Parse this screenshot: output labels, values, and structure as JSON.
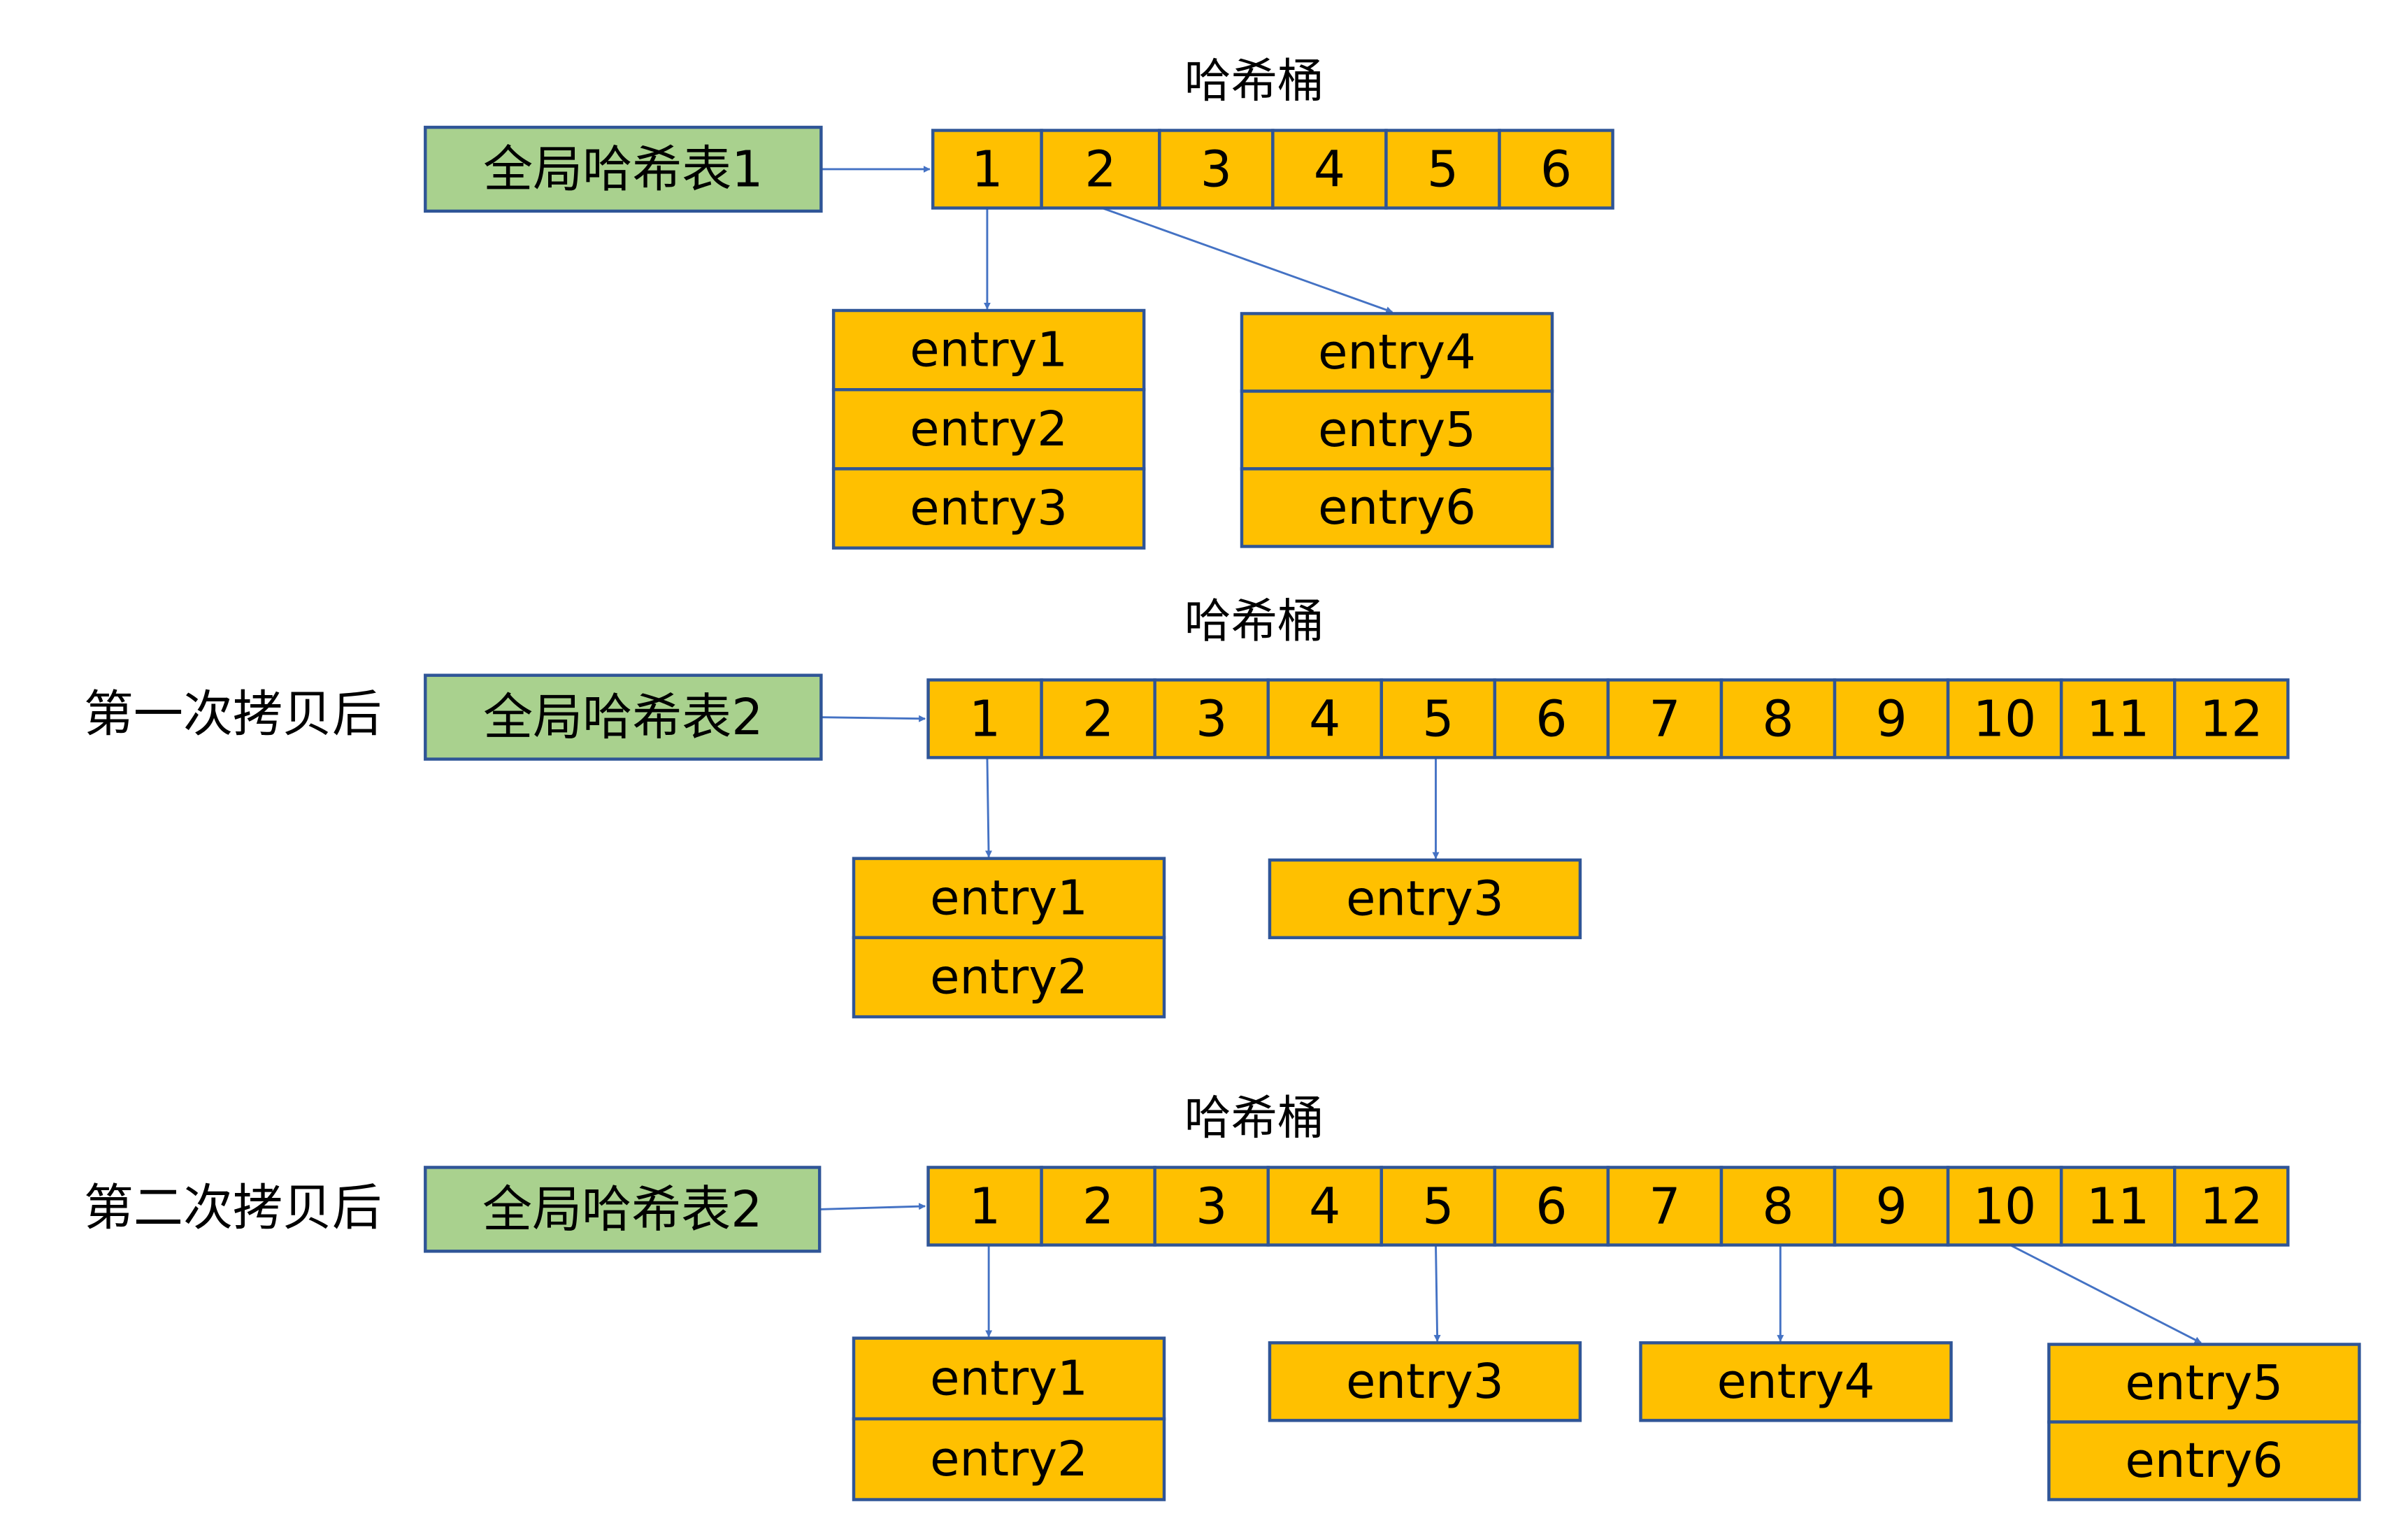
{
  "colors": {
    "table_fill": "#A9D18E",
    "cell_fill": "#FFC000",
    "border": "#2F5597",
    "arrow": "#4472C4"
  },
  "sections": [
    {
      "bucket_title": "哈希桶",
      "row_label": "",
      "table_label": "全局哈希表1",
      "buckets": [
        "1",
        "2",
        "3",
        "4",
        "5",
        "6"
      ],
      "entry_groups": [
        {
          "from_bucket": "1",
          "entries": [
            "entry1",
            "entry2",
            "entry3"
          ]
        },
        {
          "from_bucket": "2",
          "entries": [
            "entry4",
            "entry5",
            "entry6"
          ]
        }
      ]
    },
    {
      "bucket_title": "哈希桶",
      "row_label": "第一次拷贝后",
      "table_label": "全局哈希表2",
      "buckets": [
        "1",
        "2",
        "3",
        "4",
        "5",
        "6",
        "7",
        "8",
        "9",
        "10",
        "11",
        "12"
      ],
      "entry_groups": [
        {
          "from_bucket": "1",
          "entries": [
            "entry1",
            "entry2"
          ]
        },
        {
          "from_bucket": "5",
          "entries": [
            "entry3"
          ]
        }
      ]
    },
    {
      "bucket_title": "哈希桶",
      "row_label": "第二次拷贝后",
      "table_label": "全局哈希表2",
      "buckets": [
        "1",
        "2",
        "3",
        "4",
        "5",
        "6",
        "7",
        "8",
        "9",
        "10",
        "11",
        "12"
      ],
      "entry_groups": [
        {
          "from_bucket": "1",
          "entries": [
            "entry1",
            "entry2"
          ]
        },
        {
          "from_bucket": "5",
          "entries": [
            "entry3"
          ]
        },
        {
          "from_bucket": "8",
          "entries": [
            "entry4"
          ]
        },
        {
          "from_bucket": "10",
          "entries": [
            "entry5",
            "entry6"
          ]
        }
      ]
    }
  ]
}
